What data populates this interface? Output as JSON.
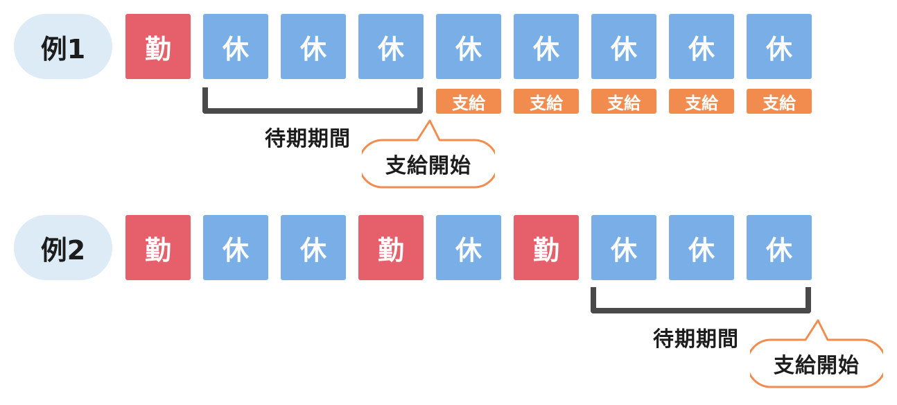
{
  "colors": {
    "work": "#e5606b",
    "rest": "#7aaee7",
    "pay": "#f28c4e",
    "pill": "#dcebf5",
    "bracket": "#4a4a4a"
  },
  "example1": {
    "label": "例1",
    "days": [
      {
        "text": "勤",
        "kind": "work"
      },
      {
        "text": "休",
        "kind": "rest"
      },
      {
        "text": "休",
        "kind": "rest"
      },
      {
        "text": "休",
        "kind": "rest"
      },
      {
        "text": "休",
        "kind": "rest"
      },
      {
        "text": "休",
        "kind": "rest"
      },
      {
        "text": "休",
        "kind": "rest"
      },
      {
        "text": "休",
        "kind": "rest"
      },
      {
        "text": "休",
        "kind": "rest"
      }
    ],
    "pay_badges": [
      "支給",
      "支給",
      "支給",
      "支給",
      "支給"
    ],
    "waiting_label": "待期期間",
    "callout": "支給開始"
  },
  "example2": {
    "label": "例2",
    "days": [
      {
        "text": "勤",
        "kind": "work"
      },
      {
        "text": "休",
        "kind": "rest"
      },
      {
        "text": "休",
        "kind": "rest"
      },
      {
        "text": "勤",
        "kind": "work"
      },
      {
        "text": "休",
        "kind": "rest"
      },
      {
        "text": "勤",
        "kind": "work"
      },
      {
        "text": "休",
        "kind": "rest"
      },
      {
        "text": "休",
        "kind": "rest"
      },
      {
        "text": "休",
        "kind": "rest"
      }
    ],
    "waiting_label": "待期期間",
    "callout": "支給開始"
  }
}
